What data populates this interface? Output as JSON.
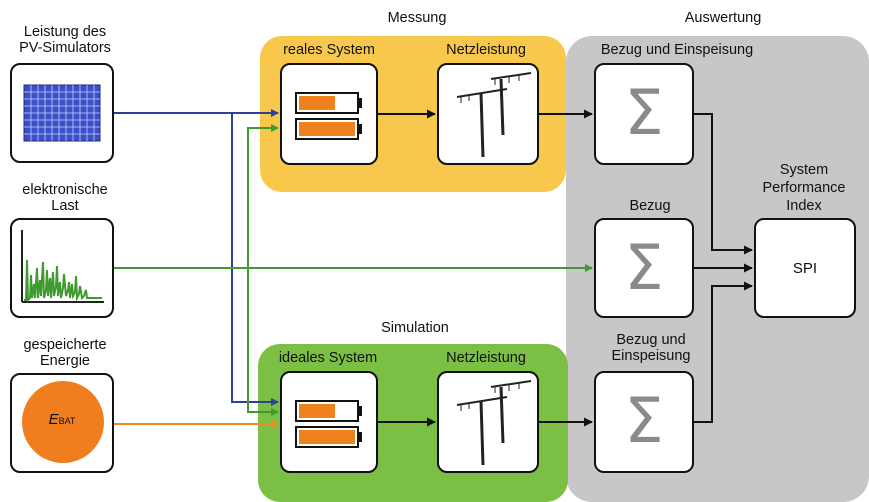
{
  "headers": {
    "messung": "Messung",
    "auswertung": "Auswertung",
    "simulation": "Simulation"
  },
  "inputs": {
    "pv_label_line1": "Leistung des",
    "pv_label_line2": "PV-Simulators",
    "load_label_line1": "elektronische",
    "load_label_line2": "Last",
    "energy_label_line1": "gespeicherte",
    "energy_label_line2": "Energie",
    "energy_symbol": "E",
    "energy_subscript": "BAT"
  },
  "real_system": {
    "system_label": "reales System",
    "grid_label": "Netzleistung"
  },
  "ideal_system": {
    "system_label": "ideales System",
    "grid_label": "Netzleistung"
  },
  "evaluation": {
    "sum_top_label": "Bezug und Einspeisung",
    "sum_mid_label": "Bezug",
    "sum_bottom_label_line1": "Bezug und",
    "sum_bottom_label_line2": "Einspeisung",
    "sigma": "Σ",
    "spi_title_line1": "System",
    "spi_title_line2": "Performance",
    "spi_title_line3": "Index",
    "spi_box": "SPI"
  },
  "colors": {
    "yellow_region": "#f7c84b",
    "green_region": "#7cbf45",
    "gray_region": "#c8c6c6",
    "pv_wire": "#2f3f9e",
    "load_wire": "#3f9a2f",
    "energy_wire": "#f08a1e",
    "battery_orange": "#f0821e",
    "energy_circle": "#f07d1e"
  }
}
